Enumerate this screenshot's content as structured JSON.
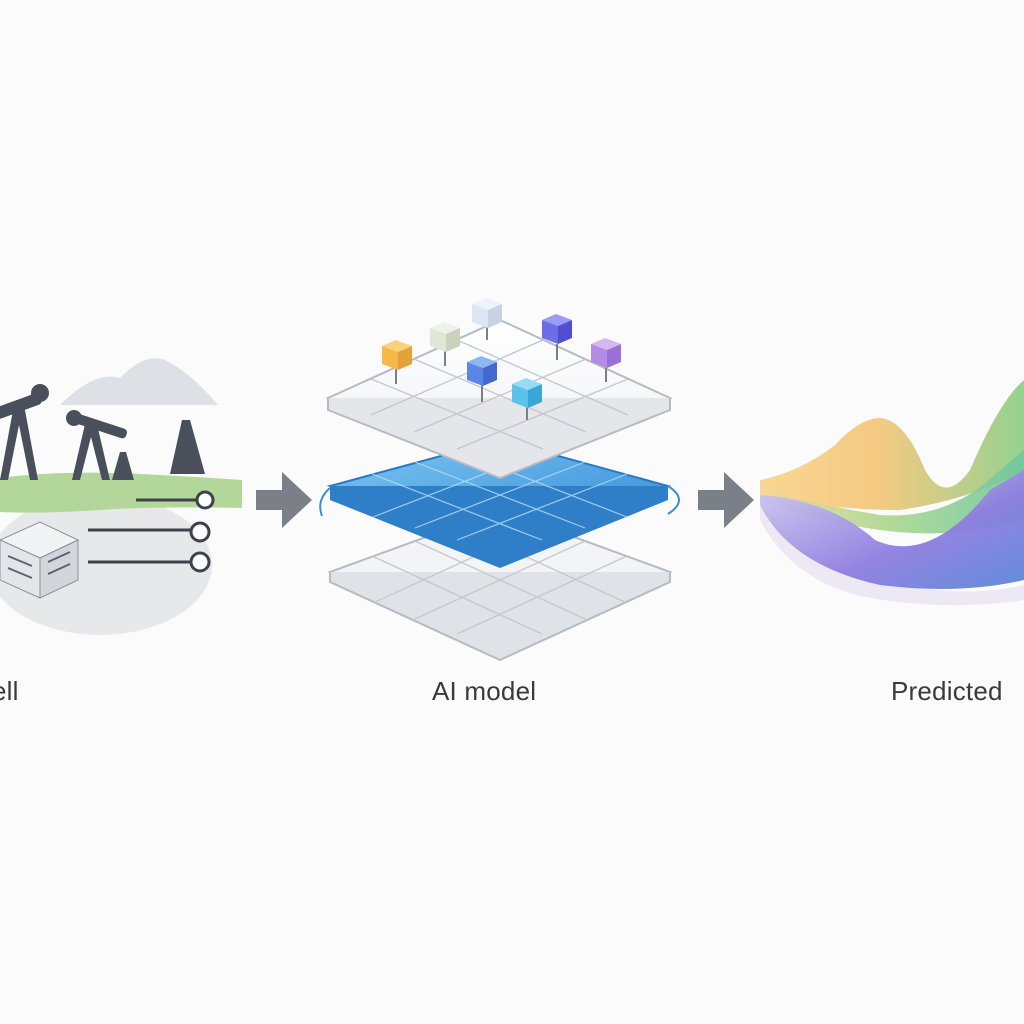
{
  "steps": [
    {
      "id": "source",
      "label": "ell",
      "icon": "oil-pumpjack-icon"
    },
    {
      "id": "model",
      "label": "AI model",
      "icon": "layered-network-icon"
    },
    {
      "id": "output",
      "label": "Predicted",
      "icon": "wave-chart-icon"
    }
  ],
  "connectors": [
    "arrow-right-icon",
    "arrow-right-icon"
  ],
  "colors": {
    "background": "#fbfbfb",
    "pumpjack": "#4a4f5c",
    "grass": "#a9d08e",
    "mountain": "#d6dbe0",
    "arrow": "#777c84",
    "layer_blue": "#4aa3e0",
    "layer_gray": "#f1f2f4",
    "node_orange": "#f6b84a",
    "node_sage": "#dfe7d6",
    "node_light": "#dde7f3",
    "node_indigo": "#6d6de8",
    "node_violet": "#b48be6",
    "node_blue": "#6aaee6",
    "node_cyan": "#5bc3e8",
    "wave_yellow": "#f6c77a",
    "wave_green": "#93d38a",
    "wave_purple": "#8e6fe0"
  }
}
